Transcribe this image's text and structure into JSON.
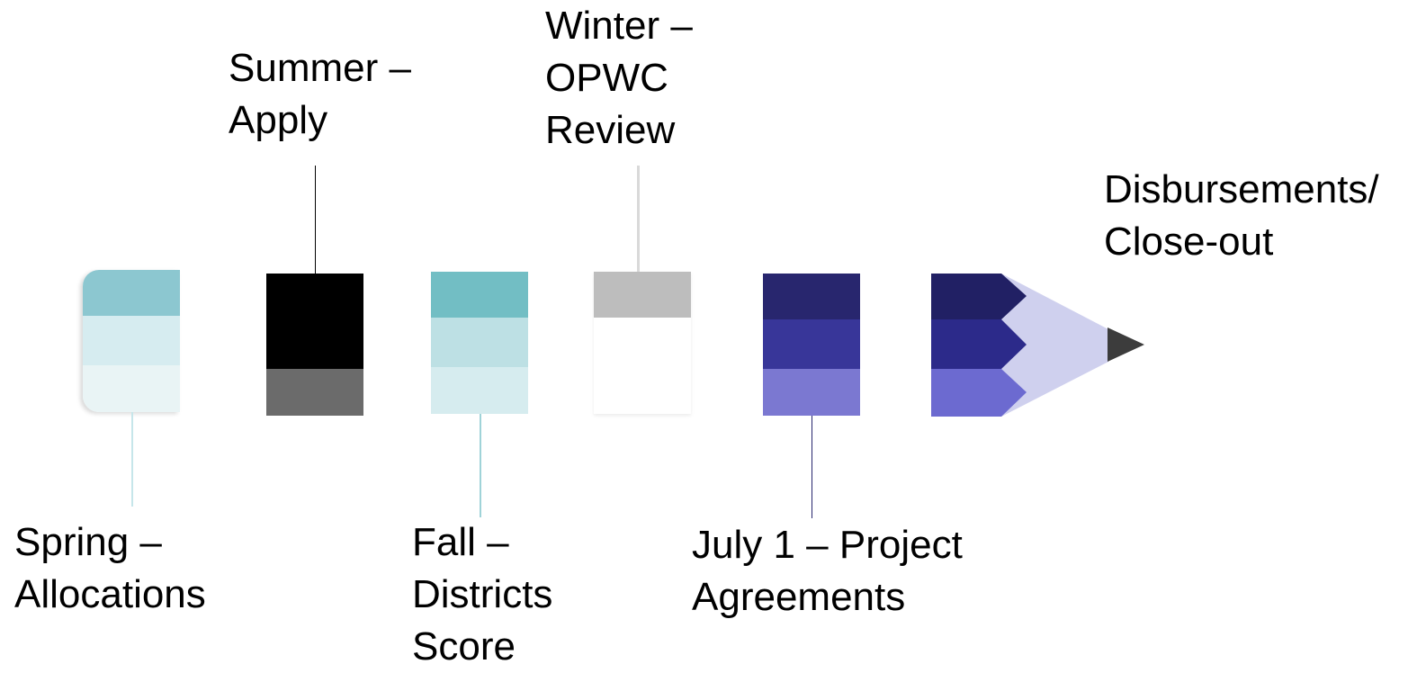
{
  "stages": [
    {
      "id": "spring",
      "lines": [
        "Spring –",
        "Allocations"
      ],
      "colors": [
        "#8cc7d0",
        "#d6ecf0",
        "#e9f4f5"
      ],
      "connector_color": "#c6e6ea"
    },
    {
      "id": "summer",
      "lines": [
        "Summer –",
        "Apply"
      ],
      "colors": [
        "#000000",
        "#000000",
        "#6b6b6b"
      ],
      "connector_color": "#000000"
    },
    {
      "id": "fall",
      "lines": [
        "Fall –",
        "Districts",
        "Score"
      ],
      "colors": [
        "#72bec4",
        "#bde0e4",
        "#d6ecef"
      ],
      "connector_color": "#9fd3d8"
    },
    {
      "id": "winter",
      "lines": [
        "Winter –",
        "OPWC",
        "Review"
      ],
      "colors": [
        "#bdbdbd",
        "#ffffff",
        "#ffffff"
      ],
      "connector_color": "#d9d9d9"
    },
    {
      "id": "july",
      "lines": [
        "July 1 – Project",
        "Agreements"
      ],
      "colors": [
        "#28266e",
        "#383699",
        "#7b78d1"
      ],
      "connector_color": "#28266e"
    },
    {
      "id": "disbursements",
      "lines": [
        "Disbursements/",
        "Close-out"
      ],
      "colors": [
        "#212064",
        "#2c2a8a",
        "#6c6ad0"
      ],
      "tip_color": "#cfd0ee",
      "lead_color": "#3c3c3c"
    }
  ]
}
